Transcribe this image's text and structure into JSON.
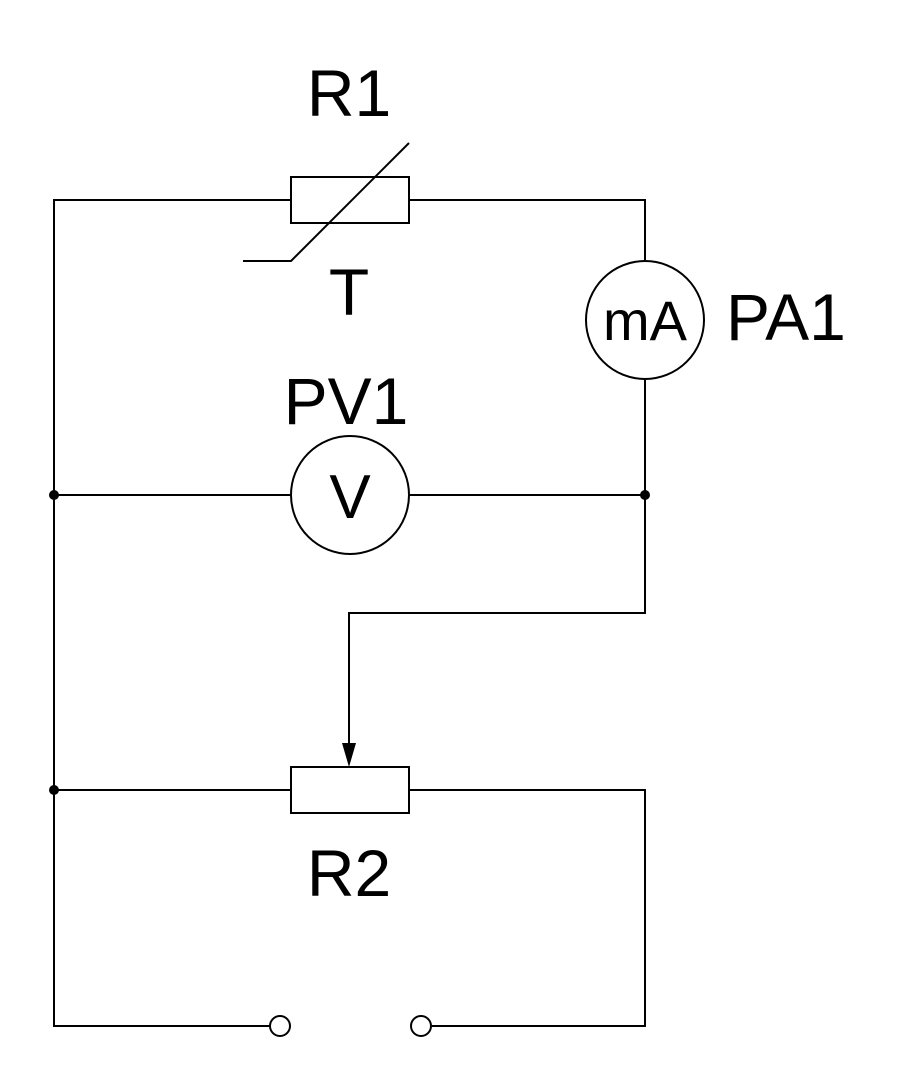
{
  "diagram": {
    "components": {
      "r1": {
        "label": "R1",
        "modifier": "T"
      },
      "pa1": {
        "label": "PA1",
        "symbol": "mA"
      },
      "pv1": {
        "label": "PV1",
        "symbol": "V"
      },
      "r2": {
        "label": "R2"
      }
    }
  }
}
